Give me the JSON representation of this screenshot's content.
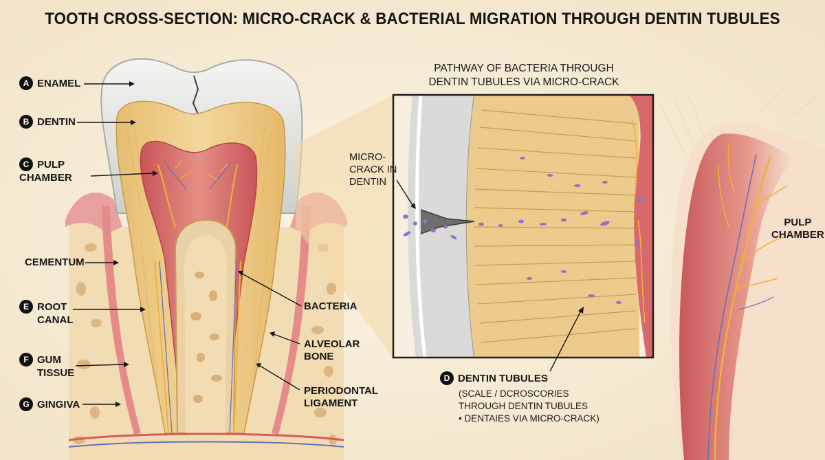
{
  "title": "TOOTH CROSS-SECTION: MICRO-CRACK & BACTERIAL MIGRATION THROUGH DENTIN TUBULES",
  "inset": {
    "title_line1": "PATHWAY OF BACTERIA THROUGH",
    "title_line2": "DENTIN TUBULES VIA MICRO-CRACK",
    "crack_label_line1": "MICRO-",
    "crack_label_line2": "CRACK IN",
    "crack_label_line3": "DENTIN"
  },
  "labels": {
    "enamel": {
      "badge": "A",
      "text": "ENAMEL"
    },
    "dentin": {
      "badge": "B",
      "text": "DENTIN"
    },
    "pulp_chamber": {
      "badge": "C",
      "line1": "PULP",
      "line2": "CHAMBER"
    },
    "cementum": {
      "text": "CEMENTUM"
    },
    "root_canal": {
      "badge": "E",
      "line1": "ROOT",
      "line2": "CANAL"
    },
    "gum_tissue": {
      "badge": "F",
      "line1": "GUM",
      "line2": "TISSUE"
    },
    "gingiva": {
      "badge": "G",
      "text": "GINGIVA"
    },
    "bacteria": {
      "text": "BACTERIA"
    },
    "alveolar_bone": {
      "line1": "ALVEOLAR",
      "line2": "BONE"
    },
    "periodontal_ligament": {
      "line1": "PERIODONTAL",
      "line2": "LIGAMENT"
    },
    "dentin_tubules": {
      "badge": "D",
      "text": "DENTIN TUBULES",
      "note_line1": "(SCALE / DCROSCORIES",
      "note_line2": "THROUGH DENTIN TUBULES",
      "note_line3": "• DENTAIES VIA MICRO-CRACK)"
    },
    "pulp_chamber_right": {
      "line1": "PULP",
      "line2": "CHAMBER"
    }
  },
  "colors": {
    "background": "#f6ecd9",
    "enamel": "#e2e2e0",
    "dentin": "#ecc985",
    "pulp": "#d8696a",
    "gum": "#e9a1a0",
    "bone": "#f2dcb4",
    "nerve_yellow": "#f0b23a",
    "vessel_blue": "#6a6fb8",
    "bacteria": "#9a6fc6"
  }
}
